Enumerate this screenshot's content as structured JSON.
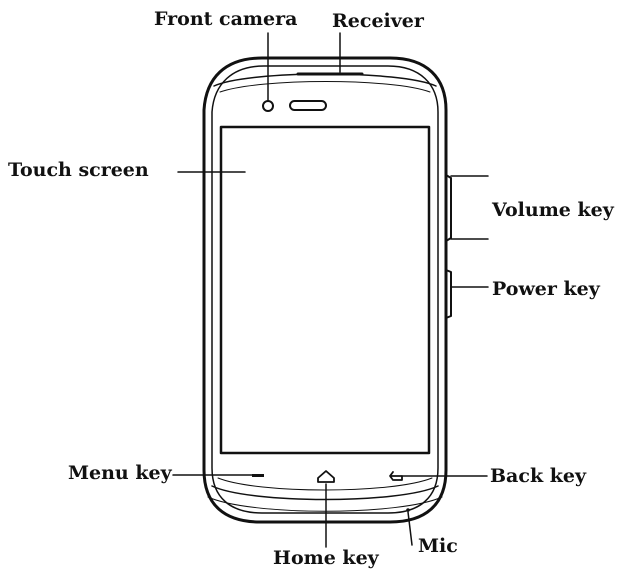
{
  "diagram": {
    "labels": {
      "front_camera": "Front camera",
      "receiver": "Receiver",
      "touch_screen": "Touch screen",
      "volume_key": "Volume key",
      "power_key": "Power key",
      "menu_key": "Menu key",
      "back_key": "Back key",
      "home_key": "Home key",
      "mic": "Mic"
    },
    "colors": {
      "line": "#111111",
      "background": "#ffffff"
    }
  }
}
